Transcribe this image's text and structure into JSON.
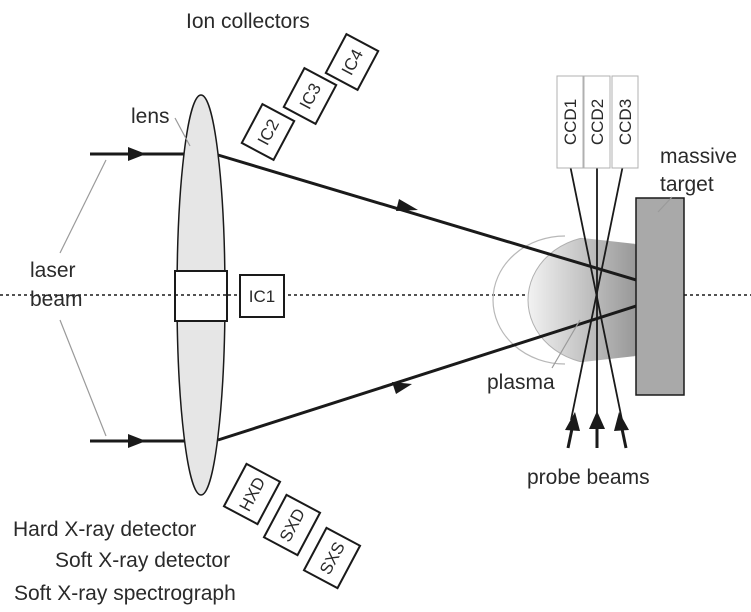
{
  "labels": {
    "ion_collectors": "Ion collectors",
    "lens": "lens",
    "laser_beam_line1": "laser",
    "laser_beam_line2": "beam",
    "massive_target_line1": "massive",
    "massive_target_line2": "target",
    "plasma": "plasma",
    "probe_beams": "probe beams",
    "hard_xray_detector": "Hard X-ray detector",
    "soft_xray_detector": "Soft X-ray detector",
    "soft_xray_spectrograph": "Soft X-ray spectrograph"
  },
  "detectors": {
    "ic1": "IC1",
    "ic2": "IC2",
    "ic3": "IC3",
    "ic4": "IC4",
    "hxd": "HXD",
    "sxd": "SXD",
    "sxs": "SXS"
  },
  "cameras": {
    "ccd1": "CCD1",
    "ccd2": "CCD2",
    "ccd3": "CCD3"
  },
  "colors": {
    "line": "#1a1a1a",
    "lens_fill": "#e6e6e6",
    "target_fill": "#a9a9a9",
    "plasma_fill": "#e8e8e8",
    "leader_line": "#9a9a9a"
  }
}
